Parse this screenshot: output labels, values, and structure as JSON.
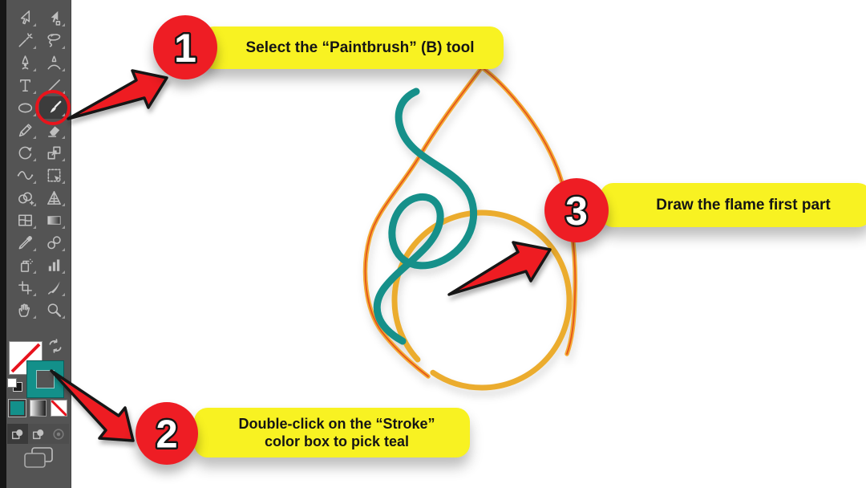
{
  "callouts": [
    {
      "number": "1",
      "text": "Select the “Paintbrush” (B) tool"
    },
    {
      "number": "2",
      "text": "Double-click on the “Stroke”\ncolor box to pick teal"
    },
    {
      "number": "3",
      "text": "Draw the flame first part"
    }
  ],
  "toolbar": {
    "tools": [
      {
        "name": "selection"
      },
      {
        "name": "direct-selection"
      },
      {
        "name": "magic-wand"
      },
      {
        "name": "lasso"
      },
      {
        "name": "pen"
      },
      {
        "name": "curvature"
      },
      {
        "name": "type"
      },
      {
        "name": "line-segment"
      },
      {
        "name": "ellipse"
      },
      {
        "name": "paintbrush",
        "selected": true,
        "highlight": "red-circle"
      },
      {
        "name": "pencil"
      },
      {
        "name": "eraser"
      },
      {
        "name": "rotate"
      },
      {
        "name": "scale"
      },
      {
        "name": "width"
      },
      {
        "name": "free-transform"
      },
      {
        "name": "shape-builder"
      },
      {
        "name": "perspective-grid"
      },
      {
        "name": "mesh"
      },
      {
        "name": "gradient"
      },
      {
        "name": "eyedropper"
      },
      {
        "name": "blend"
      },
      {
        "name": "symbol-sprayer"
      },
      {
        "name": "column-graph"
      },
      {
        "name": "artboard"
      },
      {
        "name": "slice"
      },
      {
        "name": "hand"
      },
      {
        "name": "zoom"
      }
    ],
    "fill_box": {
      "style": "none"
    },
    "stroke_box": {
      "color_name": "teal"
    },
    "style_buttons": [
      "color",
      "gradient",
      "none"
    ],
    "drawing_modes": [
      "draw-normal",
      "draw-behind",
      "draw-inside"
    ],
    "screen_mode_button": "change-screen-mode"
  },
  "colors": {
    "badge_red": "#ee1d24",
    "callout_yellow": "#f8f222",
    "teal": "#13908a",
    "flame_yellow": "#ebac2d",
    "flame_core": "#e5541b",
    "toolbar_bg": "#545454"
  }
}
